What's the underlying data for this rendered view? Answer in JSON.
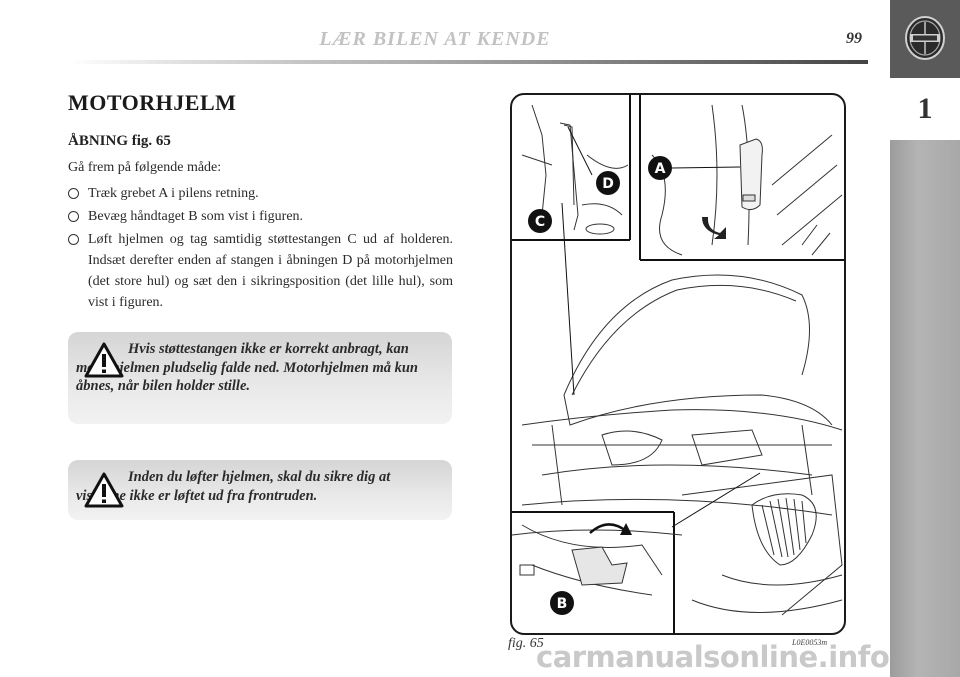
{
  "header": {
    "title": "LÆR BILEN AT KENDE",
    "page_number": "99",
    "chapter": "1"
  },
  "section": {
    "title": "MOTORHJELM",
    "subsection": "ÅBNING fig. 65",
    "intro": "Gå frem på følgende måde:",
    "steps": [
      "Træk grebet A i pilens retning.",
      "Bevæg håndtaget B som vist i figuren.",
      "Løft hjelmen og tag samtidig støttestangen C ud af hol­deren. Indsæt derefter enden af stangen i åbningen D på motorhjelmen (det store hul) og sæt den i sik­ringsposition (det lille hul), som vist i figuren."
    ]
  },
  "warnings": [
    "Hvis støttestangen ikke er korrekt anbragt, kan motorhjelmen pludselig falde ned. Mo­torhjelmen må kun åbnes, når bilen holder stille.",
    "Inden du løfter hjelmen, skal du sikre dig at viskerne ikke er løftet ud fra frontruden."
  ],
  "figure": {
    "caption": "fig. 65",
    "code": "L0E0053m",
    "callouts": {
      "a": "A",
      "b": "B",
      "c": "C",
      "d": "D"
    }
  },
  "watermark": "carmanualsonline.info",
  "colors": {
    "side_tab": "#a8a8a8",
    "side_tab_top": "#5a5a5a",
    "warning_bg": "#e3e3e3"
  }
}
